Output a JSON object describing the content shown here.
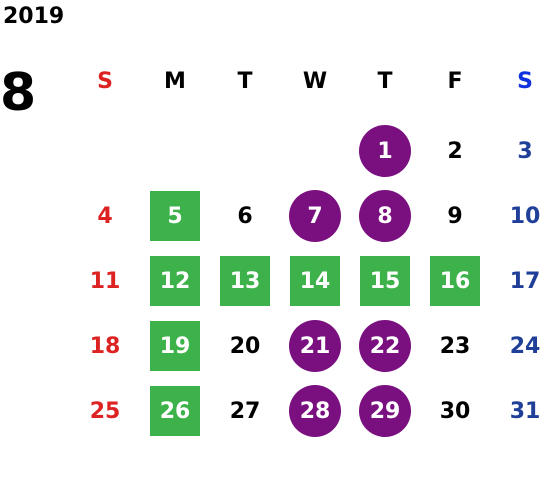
{
  "header": {
    "year": "2019",
    "month": "8"
  },
  "weekdays": [
    "S",
    "M",
    "T",
    "W",
    "T",
    "F",
    "S"
  ],
  "weeks": [
    [
      {
        "day": "",
        "mark": "none"
      },
      {
        "day": "",
        "mark": "none"
      },
      {
        "day": "",
        "mark": "none"
      },
      {
        "day": "",
        "mark": "none"
      },
      {
        "day": "1",
        "mark": "circle"
      },
      {
        "day": "2",
        "mark": "none"
      },
      {
        "day": "3",
        "mark": "none"
      }
    ],
    [
      {
        "day": "4",
        "mark": "none"
      },
      {
        "day": "5",
        "mark": "square"
      },
      {
        "day": "6",
        "mark": "none"
      },
      {
        "day": "7",
        "mark": "circle"
      },
      {
        "day": "8",
        "mark": "circle"
      },
      {
        "day": "9",
        "mark": "none"
      },
      {
        "day": "10",
        "mark": "none"
      }
    ],
    [
      {
        "day": "11",
        "mark": "none"
      },
      {
        "day": "12",
        "mark": "square"
      },
      {
        "day": "13",
        "mark": "square"
      },
      {
        "day": "14",
        "mark": "square"
      },
      {
        "day": "15",
        "mark": "square"
      },
      {
        "day": "16",
        "mark": "square"
      },
      {
        "day": "17",
        "mark": "none"
      }
    ],
    [
      {
        "day": "18",
        "mark": "none"
      },
      {
        "day": "19",
        "mark": "square"
      },
      {
        "day": "20",
        "mark": "none"
      },
      {
        "day": "21",
        "mark": "circle"
      },
      {
        "day": "22",
        "mark": "circle"
      },
      {
        "day": "23",
        "mark": "none"
      },
      {
        "day": "24",
        "mark": "none"
      }
    ],
    [
      {
        "day": "25",
        "mark": "none"
      },
      {
        "day": "26",
        "mark": "square"
      },
      {
        "day": "27",
        "mark": "none"
      },
      {
        "day": "28",
        "mark": "circle"
      },
      {
        "day": "29",
        "mark": "circle"
      },
      {
        "day": "30",
        "mark": "none"
      },
      {
        "day": "31",
        "mark": "none"
      }
    ]
  ],
  "colors": {
    "sunday_text": "#dd2222",
    "saturday_text": "#1f3f99",
    "saturday_header": "#1133dd",
    "square_marker": "#3db24b",
    "circle_marker": "#7a0f80"
  }
}
